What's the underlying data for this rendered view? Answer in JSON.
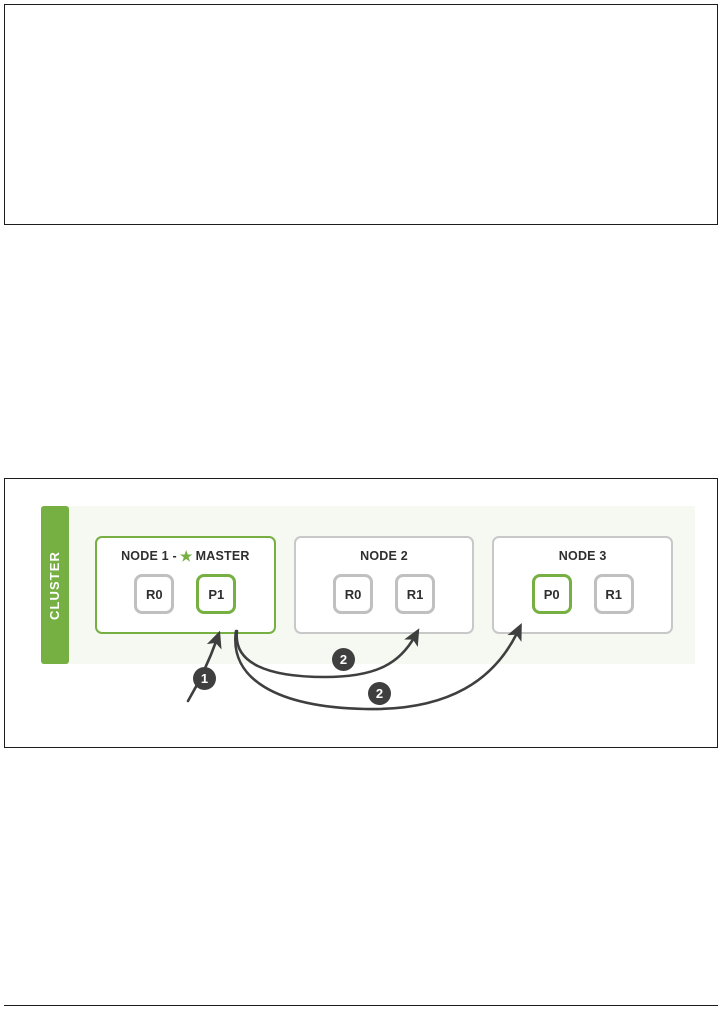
{
  "figure": {
    "cluster_label": "CLUSTER",
    "nodes": [
      {
        "title_prefix": "NODE 1 - ",
        "title_suffix": "MASTER",
        "star": "★",
        "is_master": true,
        "shards": [
          {
            "label": "R0",
            "kind": "replica"
          },
          {
            "label": "P1",
            "kind": "primary"
          }
        ]
      },
      {
        "title_prefix": "NODE 2",
        "title_suffix": "",
        "star": "",
        "is_master": false,
        "shards": [
          {
            "label": "R0",
            "kind": "replica"
          },
          {
            "label": "R1",
            "kind": "replica"
          }
        ]
      },
      {
        "title_prefix": "NODE 3",
        "title_suffix": "",
        "star": "",
        "is_master": false,
        "shards": [
          {
            "label": "P0",
            "kind": "primary"
          },
          {
            "label": "R1",
            "kind": "replica"
          }
        ]
      }
    ],
    "callouts": [
      {
        "number": "1"
      },
      {
        "number": "2"
      },
      {
        "number": "2"
      }
    ],
    "colors": {
      "green": "#76b043",
      "panel_bg": "#f6f8f2",
      "shard_gray": "#c0c0c0",
      "node_gray": "#c8c8c8",
      "callout_dark": "#3f3f3f",
      "frame_black": "#1c1c1c",
      "text_dark": "#2f2f2f"
    }
  }
}
